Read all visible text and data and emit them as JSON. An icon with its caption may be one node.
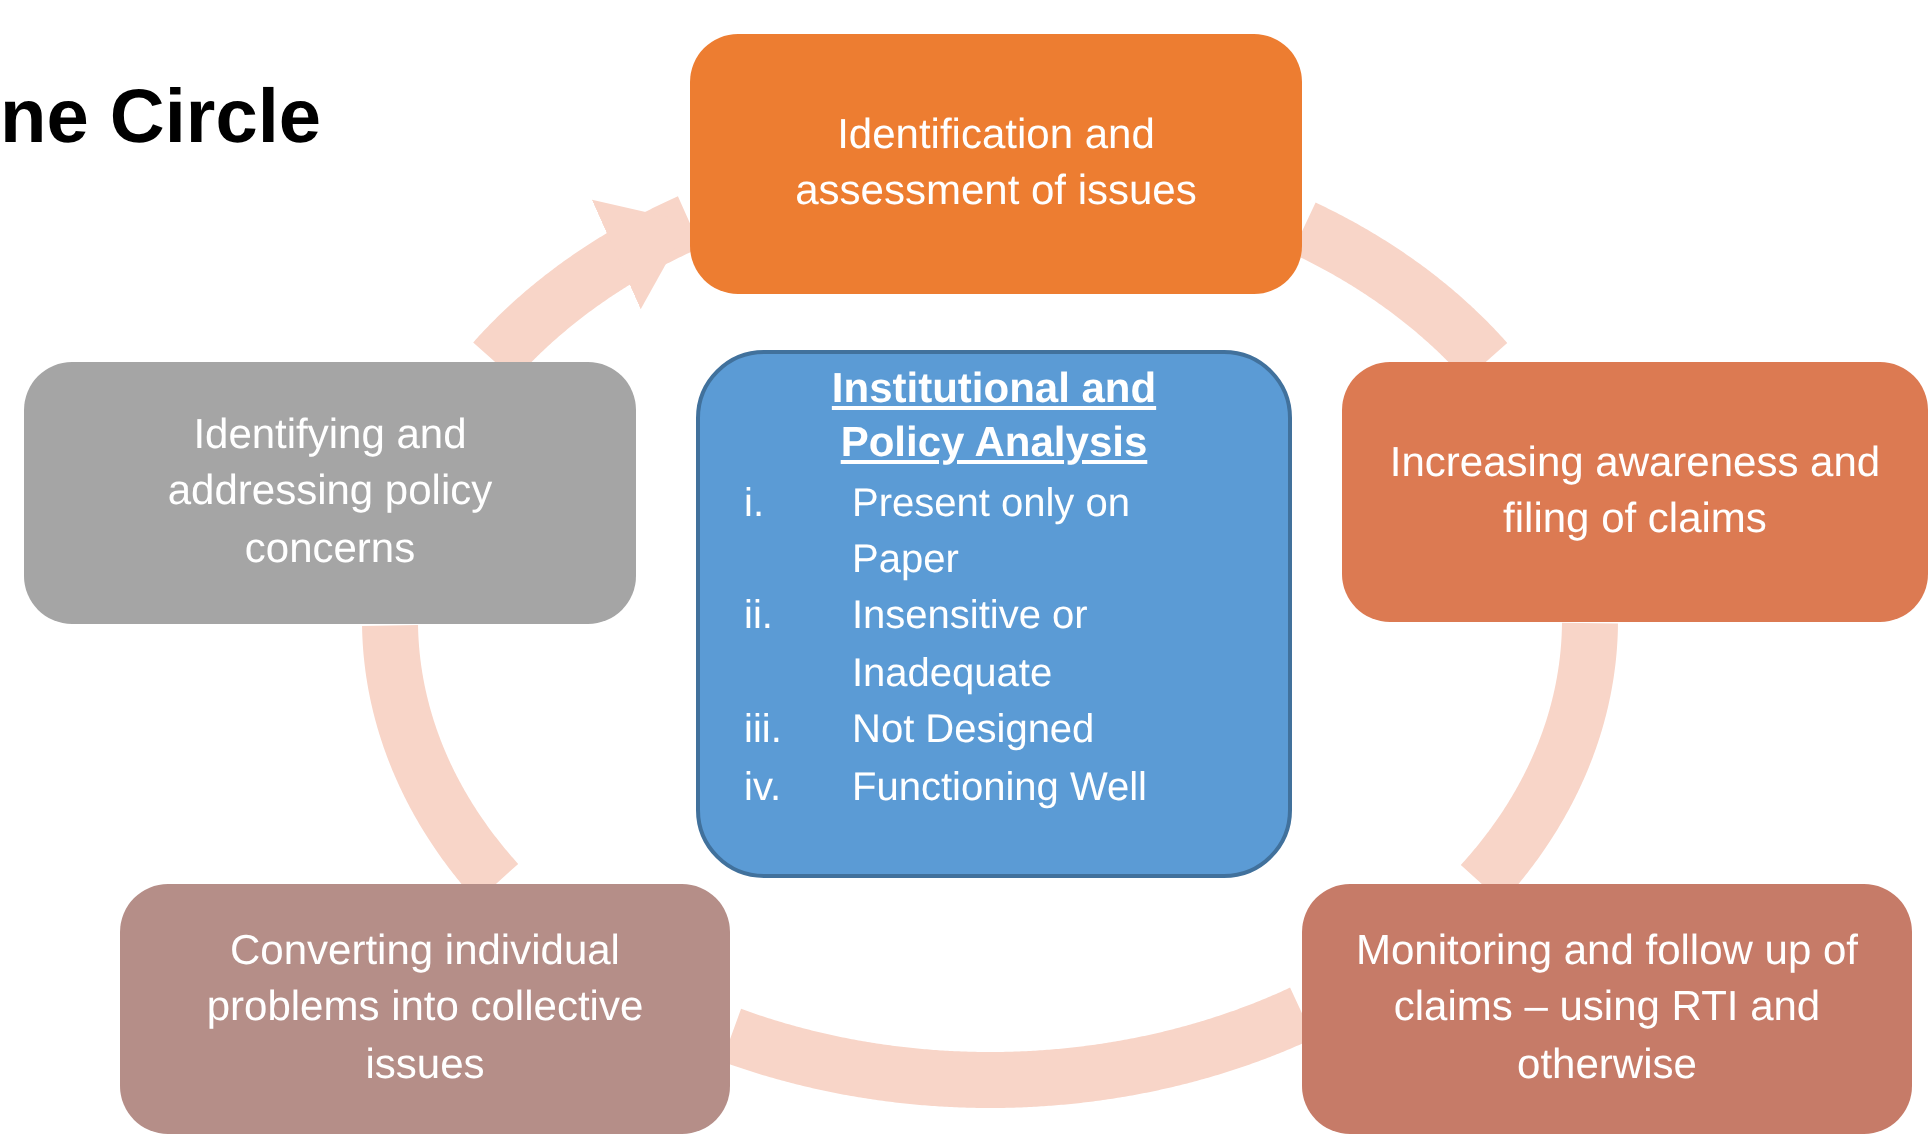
{
  "diagram": {
    "title": "ne Circle",
    "nodes": [
      {
        "text": [
          "Identification and assessment of issues"
        ]
      },
      {
        "text": [
          "Increasing awareness and filing of claims"
        ]
      },
      {
        "text": [
          "Monitoring and follow up of claims – using RTI and otherwise"
        ]
      },
      {
        "text": [
          "Converting individual problems into collective issues"
        ]
      },
      {
        "text": [
          "Identifying and addressing policy concerns"
        ]
      },
      {
        "text": [
          "Institutional and Policy Analysis",
          "i.",
          "Present only on Paper",
          "ii.",
          "Insensitive or Inadequate",
          "iii.",
          "Not Designed",
          "iv.",
          "Functioning Well"
        ]
      }
    ],
    "edges": [
      {
        "from": 0,
        "to": 1,
        "arrow": "none"
      },
      {
        "from": 1,
        "to": 2,
        "arrow": "none"
      },
      {
        "from": 2,
        "to": 3,
        "arrow": "none"
      },
      {
        "from": 3,
        "to": 4,
        "arrow": "none"
      },
      {
        "from": 4,
        "to": 0,
        "arrow": "to"
      }
    ]
  }
}
